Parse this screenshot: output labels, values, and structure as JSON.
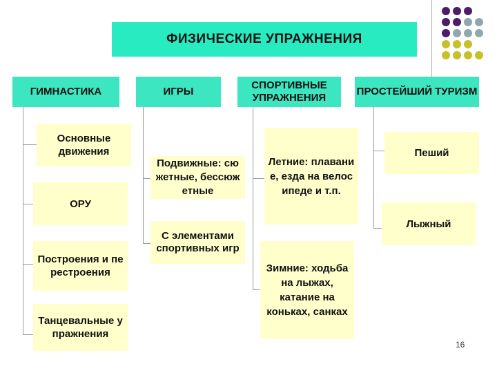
{
  "title": "ФИЗИЧЕСКИЕ УПРАЖНЕНИЯ",
  "categories": [
    {
      "label": "ГИМНАСТИКА",
      "items": [
        "Основные движения",
        "ОРУ",
        "Построения и перестроения",
        "Танцевальные упражнения"
      ]
    },
    {
      "label": "ИГРЫ",
      "items": [
        "Подвижные: сюжетные, бессюжетные",
        "С элементами спортивных игр"
      ]
    },
    {
      "label": "СПОРТИВНЫЕ УПРАЖНЕНИЯ",
      "items": [
        "Летние: плавание, езда на велосипеде и т.п.",
        "Зимние: ходьба на лыжах, катание на коньках, санках"
      ]
    },
    {
      "label": "ПРОСТЕЙШИЙ ТУРИЗМ",
      "items": [
        "Пеший",
        "Лыжный"
      ]
    }
  ],
  "page_number": "16",
  "colors": {
    "title_fill": "#28ebc2",
    "category_fill": "#3ce6c0",
    "item_fill": "#ffffcc",
    "connector": "#9a9a9a",
    "dot_purple": "#4b1d6b",
    "dot_grey": "#8fa8b0",
    "dot_olive": "#c8c02a"
  }
}
